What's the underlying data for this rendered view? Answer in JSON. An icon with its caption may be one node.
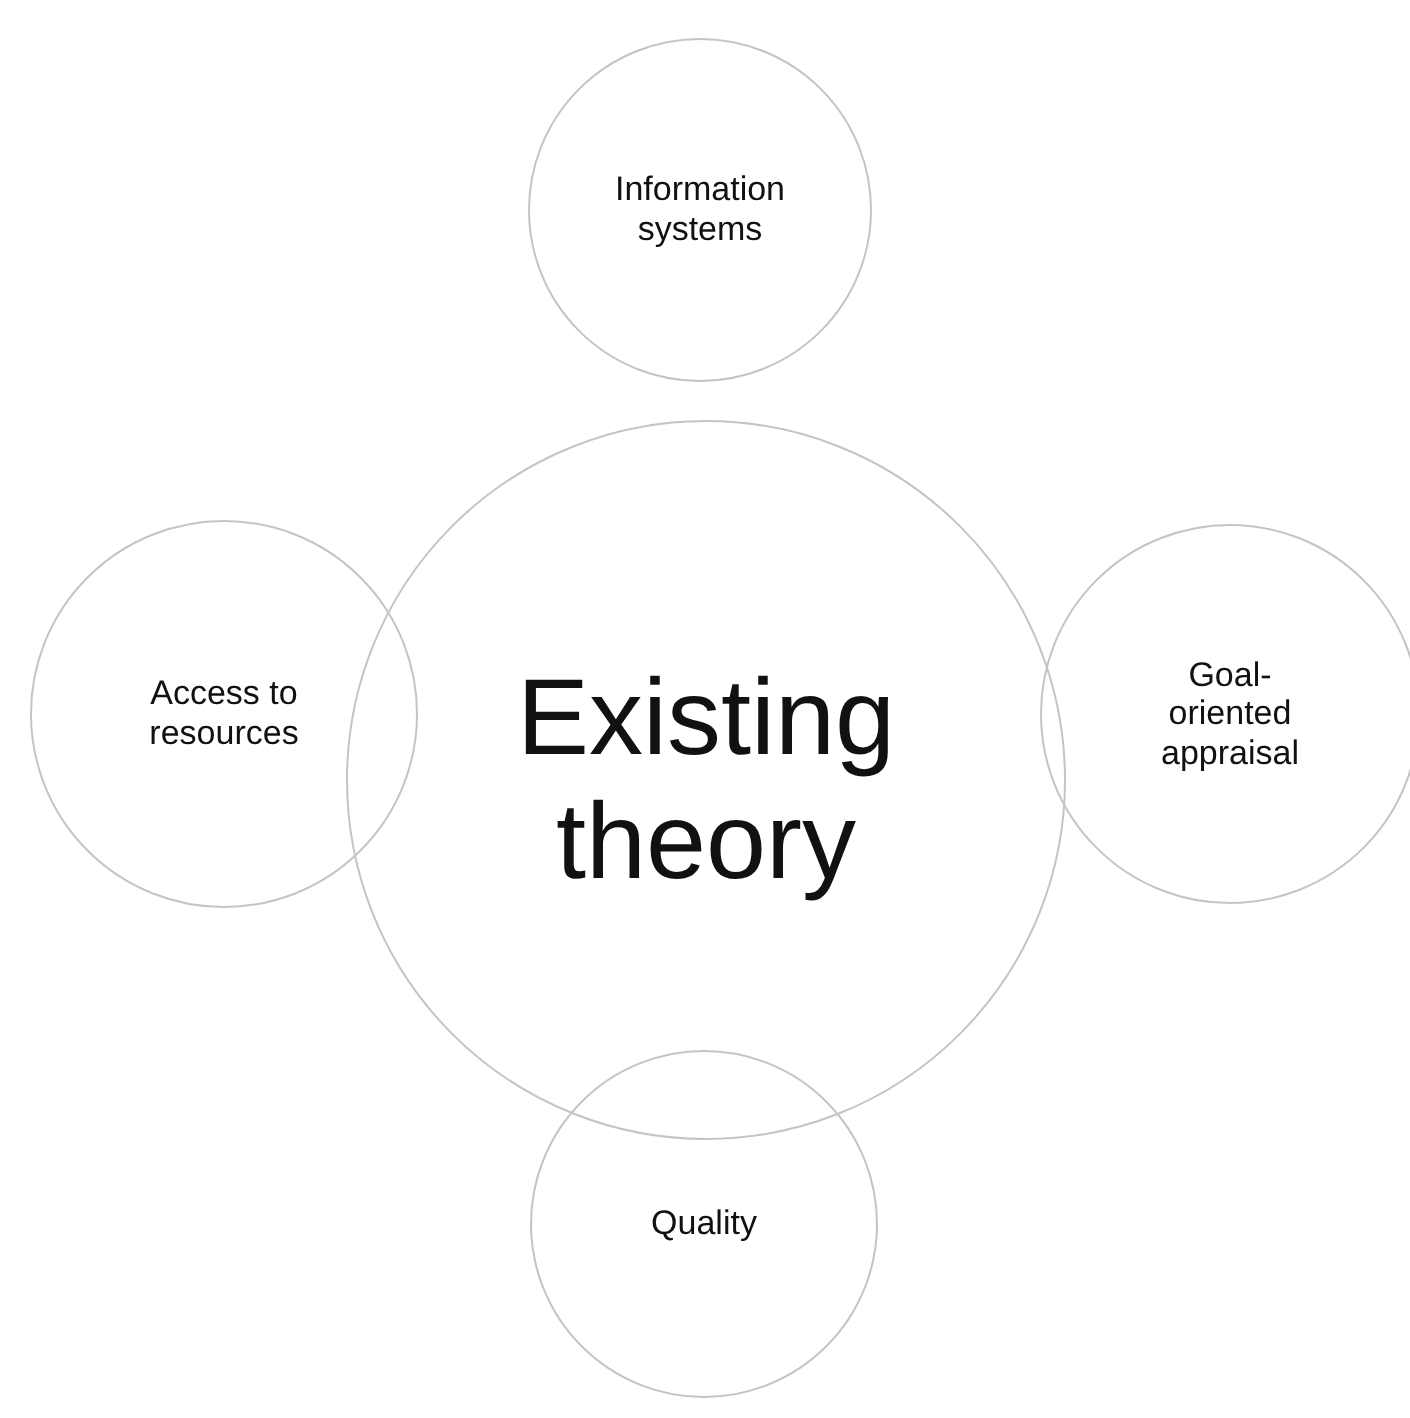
{
  "diagram": {
    "nodes": [
      {
        "text": [
          "Information systems"
        ]
      },
      {
        "text": [
          "Existing theory"
        ]
      },
      {
        "text": [
          "Access to resources"
        ]
      },
      {
        "text": [
          "Goal-oriented appraisal"
        ]
      },
      {
        "text": [
          "Quality"
        ]
      }
    ]
  }
}
